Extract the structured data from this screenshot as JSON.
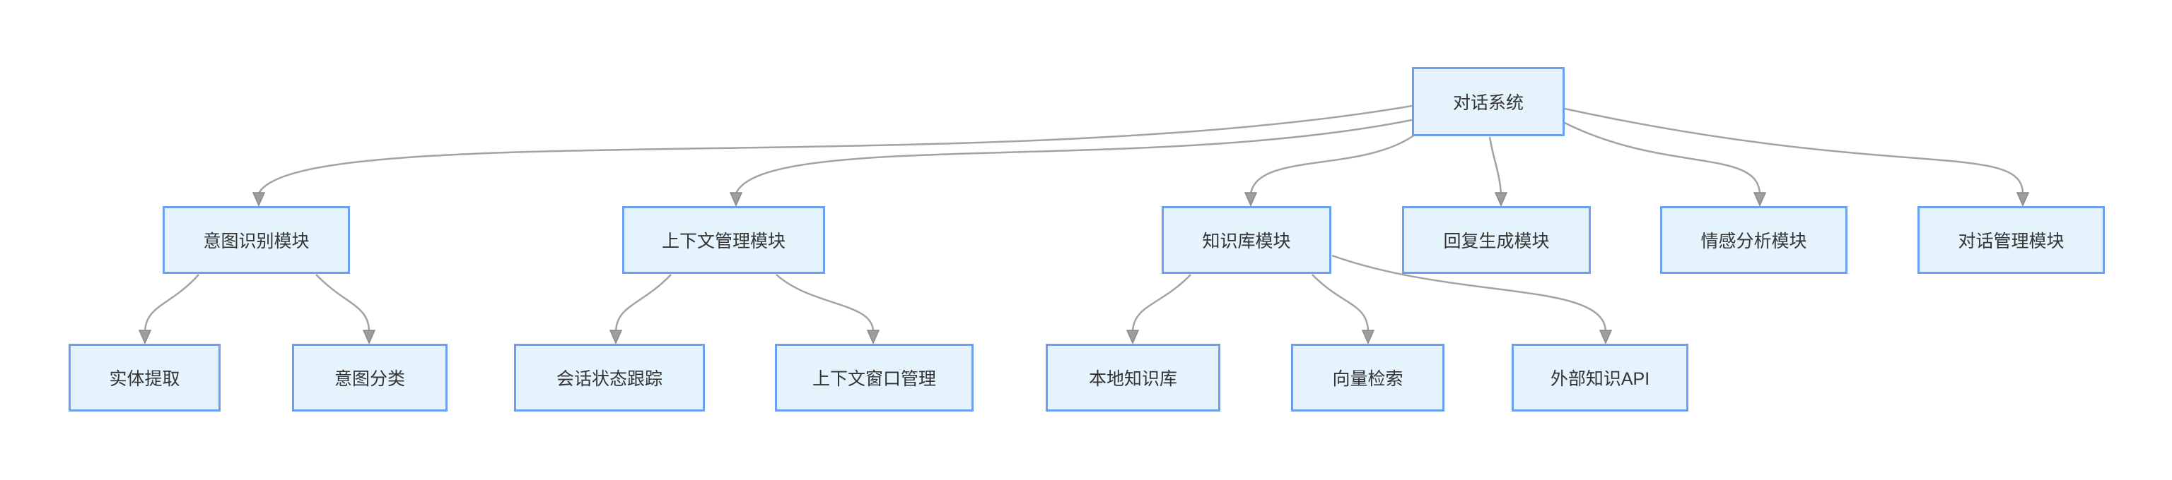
{
  "diagram": {
    "type": "flowchart-top-down",
    "colors": {
      "background": "#ffffff",
      "node_fill": "#e4f3fc",
      "node_border": "#6c9ff0",
      "edge": "#a3a3a3",
      "arrowhead": "#9d9d9d",
      "text": "#333333"
    },
    "nodes": {
      "dialog_system": {
        "label": "对话系统"
      },
      "intent_module": {
        "label": "意图识别模块"
      },
      "context_module": {
        "label": "上下文管理模块"
      },
      "knowledge_module": {
        "label": "知识库模块"
      },
      "reply_module": {
        "label": "回复生成模块"
      },
      "sentiment_module": {
        "label": "情感分析模块"
      },
      "dialog_mgmt_module": {
        "label": "对话管理模块"
      },
      "entity_extraction": {
        "label": "实体提取"
      },
      "intent_classification": {
        "label": "意图分类"
      },
      "session_tracking": {
        "label": "会话状态跟踪"
      },
      "context_window": {
        "label": "上下文窗口管理"
      },
      "local_kb": {
        "label": "本地知识库"
      },
      "vector_retrieval": {
        "label": "向量检索"
      },
      "external_api": {
        "label": "外部知识API"
      }
    },
    "edges": [
      {
        "from": "对话系统",
        "to": "意图识别模块"
      },
      {
        "from": "对话系统",
        "to": "上下文管理模块"
      },
      {
        "from": "对话系统",
        "to": "知识库模块"
      },
      {
        "from": "对话系统",
        "to": "回复生成模块"
      },
      {
        "from": "对话系统",
        "to": "情感分析模块"
      },
      {
        "from": "对话系统",
        "to": "对话管理模块"
      },
      {
        "from": "意图识别模块",
        "to": "实体提取"
      },
      {
        "from": "意图识别模块",
        "to": "意图分类"
      },
      {
        "from": "上下文管理模块",
        "to": "会话状态跟踪"
      },
      {
        "from": "上下文管理模块",
        "to": "上下文窗口管理"
      },
      {
        "from": "知识库模块",
        "to": "本地知识库"
      },
      {
        "from": "知识库模块",
        "to": "向量检索"
      },
      {
        "from": "知识库模块",
        "to": "外部知识API"
      }
    ]
  }
}
